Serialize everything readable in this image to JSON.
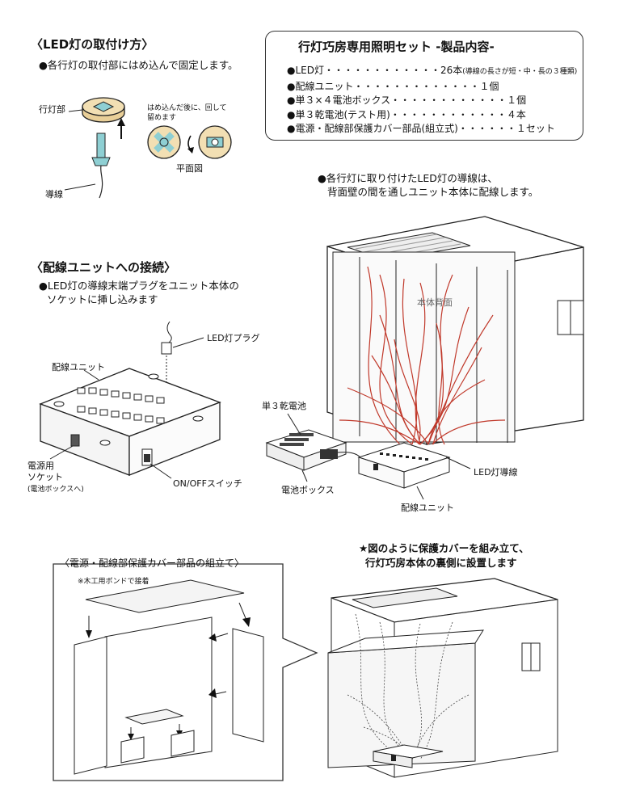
{
  "section1": {
    "heading": "〈LED灯の取付け方〉",
    "note": "●各行灯の取付部にはめ込んで固定します。",
    "label_andon": "行灯部",
    "label_wire": "導線",
    "label_after_line1": "はめ込んだ後に、回して",
    "label_after_line2": "留めます",
    "label_plan": "平面図"
  },
  "contents": {
    "title": "行灯巧房専用照明セット -製品内容-",
    "items": [
      {
        "text": "●LED灯・・・・・・・・・・・・26本",
        "note": "(導線の長さが短・中・長の３種類)"
      },
      {
        "text": "●配線ユニット・・・・・・・・・・・・・１個",
        "note": ""
      },
      {
        "text": "●単３×４電池ボックス・・・・・・・・・・・・１個",
        "note": ""
      },
      {
        "text": "●単３乾電池(テスト用)・・・・・・・・・・・・４本",
        "note": ""
      },
      {
        "text": "●電源・配線部保護カバー部品(組立式)・・・・・・１セット",
        "note": ""
      }
    ]
  },
  "section_wiring_note": {
    "line1": "●各行灯に取り付けたLED灯の導線は、",
    "line2": "背面壁の間を通しユニット本体に配線します。"
  },
  "section2": {
    "heading": "〈配線ユニットへの接続〉",
    "note_line1": "●LED灯の導線末端プラグをユニット本体の",
    "note_line2": "ソケットに挿し込みます",
    "label_plug": "LED灯プラグ",
    "label_unit": "配線ユニット",
    "label_socket_line1": "電源用",
    "label_socket_line2": "ソケット",
    "label_socket_note": "(電池ボックスへ)",
    "label_switch": "ON/OFFスイッチ"
  },
  "section_body": {
    "label_back": "本体背面",
    "label_battery": "単３乾電池",
    "label_battery_box": "電池ボックス",
    "label_led_wire": "LED灯導線",
    "label_unit": "配線ユニット"
  },
  "section3": {
    "heading": "〈電源・配線部保護カバー部品の組立て〉",
    "note": "※木工用ボンドで接着"
  },
  "section_cover_note": {
    "line1": "★図のように保護カバーを組み立て、",
    "line2": "行灯巧房本体の裏側に設置します"
  },
  "colors": {
    "wire": "#c0392b",
    "ink": "#111111",
    "teal": "#8ecfd3",
    "cream": "#f2dfb3"
  }
}
